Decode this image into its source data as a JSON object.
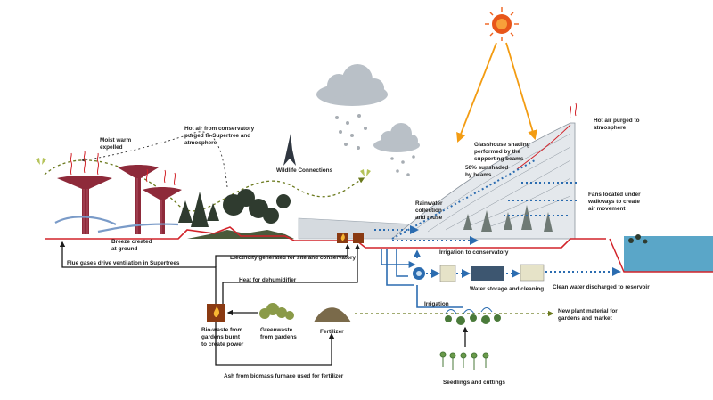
{
  "labels": {
    "moist_warm": [
      "Moist warm",
      "expelled"
    ],
    "hot_air_conservatory": [
      "Hot air from conservatory",
      "purged to Supertree and",
      "atmosphere"
    ],
    "wildlife": "Wildlife Connections",
    "breeze": [
      "Breeze created",
      "at ground"
    ],
    "flue": "Flue gases drive ventilation in Supertrees",
    "electricity": "Electricity generated for site and conservatory",
    "heat_dehumidifier": "Heat for dehumidifier",
    "biowaste": [
      "Bio-waste from",
      "gardens burnt",
      "to create power"
    ],
    "greenwaste": [
      "Greenwaste",
      "from gardens"
    ],
    "fertilizer": "Fertilizer",
    "ash": "Ash from biomass furnace used for fertilizer",
    "glasshouse_shading": [
      "Glasshouse shading",
      "performed by the",
      "supporting beams"
    ],
    "sunshaded": [
      "50% sunshaded",
      "by beams"
    ],
    "hot_air_purged": [
      "Hot air purged to",
      "atmosphere"
    ],
    "rainwater": [
      "Rainwater",
      "collection",
      "and reuse"
    ],
    "fans": [
      "Fans located under",
      "walkways to create",
      "air movement"
    ],
    "irrigation_conservatory": "Irrigation to conservatory",
    "water_storage": "Water storage and cleaning",
    "clean_water": "Clean water discharged to reservoir",
    "irrigation": "Irrigation",
    "new_plant": [
      "New plant material for",
      "gardens and market"
    ],
    "seedlings": "Seedlings and cuttings"
  },
  "colors": {
    "red_line": "#d2232a",
    "blue_flow": "#2b6cb0",
    "sun": "#e8561a",
    "sun_rays": "#f5a623",
    "olive_path": "#6b7a1e",
    "supertree": "#8e2a3a",
    "water": "#5aa6c8",
    "cloud": "#b9c0c7",
    "building": "#d5dadf"
  },
  "icons": [
    "sun-icon",
    "cloud-icon",
    "bird-icon",
    "butterfly-icon",
    "flame-icon",
    "pump-icon",
    "filter-icon"
  ]
}
